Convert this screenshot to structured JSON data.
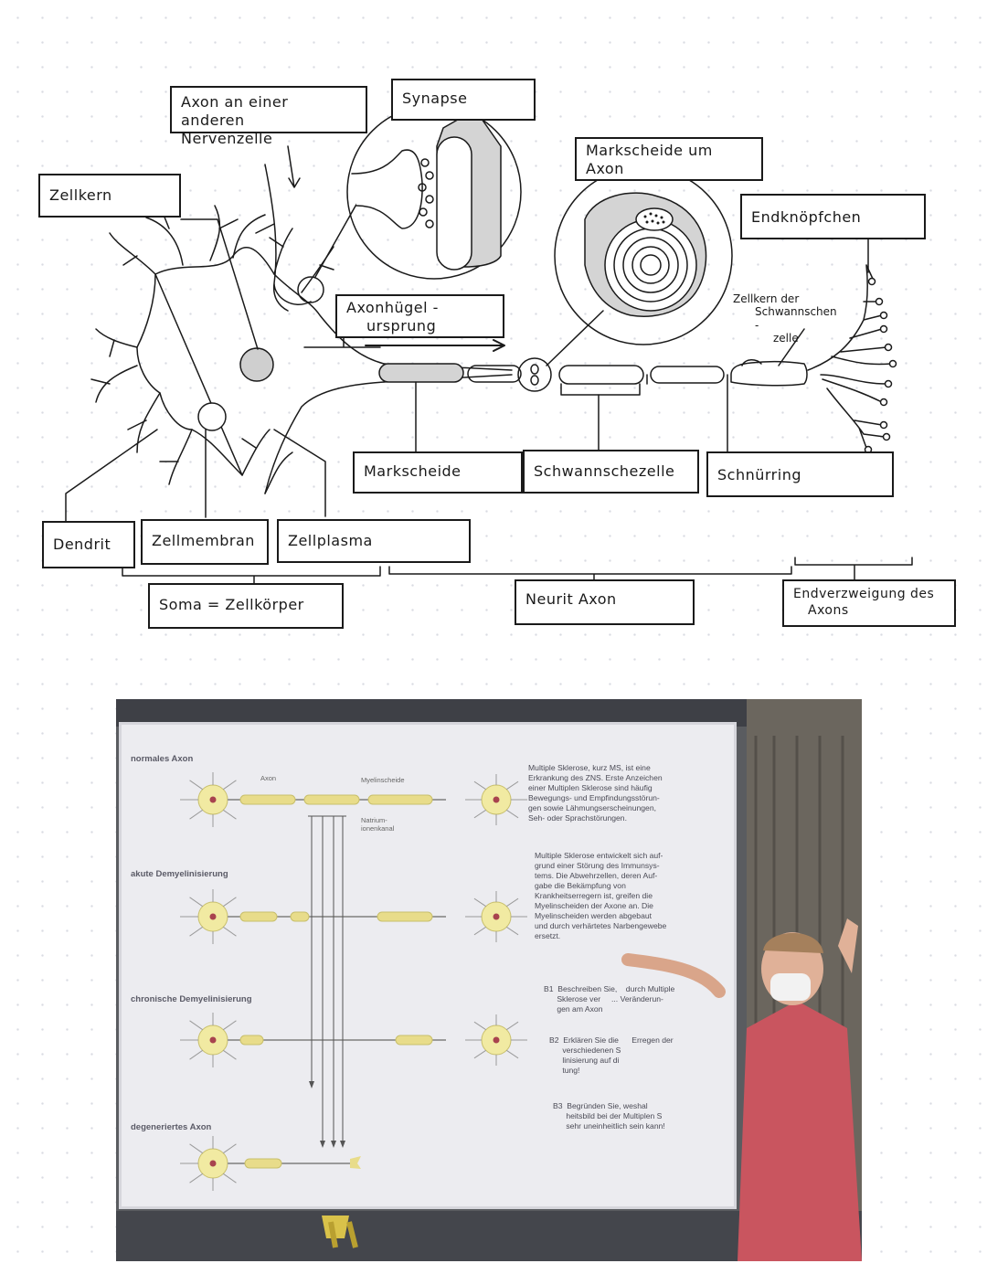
{
  "diagram": {
    "labels": {
      "axon_other_cell": [
        "Axon  an  einer   anderen",
        "Nervenzelle"
      ],
      "synapse": "Synapse",
      "myelin_around_axon": [
        "Markscheide   um",
        "Axon"
      ],
      "nucleus": "Zellkern",
      "end_buttons": "Endknöpfchen",
      "axon_hillock": [
        "Axonhügel -",
        "ursprung"
      ],
      "schwann_nucleus": [
        "Zellkern  der",
        "Schwannschen -",
        "zelle"
      ],
      "myelin_sheath": "Markscheide",
      "schwann_cell": "Schwannschezelle",
      "node_of_ranvier": "Schnürring",
      "dendrite": "Dendrit",
      "cell_membrane": "Zellmembran",
      "cytoplasm": "Zellplasma",
      "soma": "Soma = Zellkörper",
      "neurite": "Neurit   Axon",
      "terminal_branching": [
        "Endverzweigung   des",
        "Axons"
      ]
    }
  },
  "photo": {
    "stages": [
      "normales Axon",
      "akute Demyelinisierung",
      "chronische Demyelinisierung",
      "degeneriertes Axon"
    ],
    "figure_labels": {
      "axon": "Axon",
      "myelin": "Myelinscheide",
      "sodium_channel": [
        "Natrium-",
        "ionenkanal"
      ]
    },
    "paragraph1": [
      "Multiple Sklerose, kurz MS, ist eine",
      "Erkrankung des ZNS. Erste Anzeichen",
      "einer Multiplen Sklerose sind häufig",
      "Bewegungs- und Empfindungsstörun-",
      "gen sowie Lähmungserscheinungen,",
      "Seh- oder Sprachstörungen."
    ],
    "paragraph2": [
      "Multiple Sklerose entwickelt sich auf-",
      "grund einer Störung des Immunsys-",
      "tems. Die Abwehrzellen, deren Auf-",
      "gabe die Bekämpfung von",
      "Krankheitserregern ist, greifen die",
      "Myelinscheiden der Axone an. Die",
      "Myelinscheiden werden abgebaut",
      "und durch verhärtetes Narbengewebe",
      "ersetzt."
    ],
    "tasks": [
      [
        "B1  Beschreiben Sie,    durch Multiple",
        "      Sklerose ver     ... Veränderun-",
        "      gen am Axon"
      ],
      [
        "B2  Erklären Sie die      Erregen der",
        "      verschiedenen S",
        "      linisierung auf di",
        "      tung!"
      ],
      [
        "B3  Begründen Sie, weshal",
        "      heitsbild bei der Multiplen S",
        "      sehr uneinheitlich sein kann!"
      ]
    ]
  },
  "colors": {
    "ink": "#1a1a1a",
    "grey_fill": "#d4d4d4",
    "nucleus_fill": "#cfcfcf",
    "projector_screen": "#ececf0",
    "neuron_body": "#f1eaa2",
    "myelin_yellow": "#e8dc8a",
    "shirt": "#c9555f"
  }
}
